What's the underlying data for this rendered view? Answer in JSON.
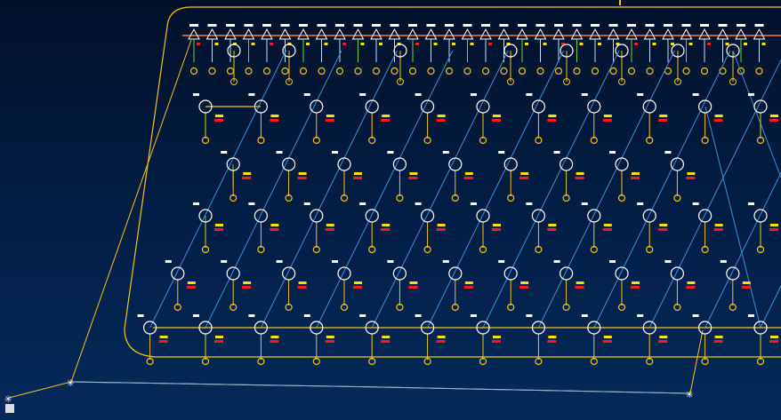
{
  "colors": {
    "background": "#02193b",
    "boundary": "#f5c518",
    "link": "#3a8fd8",
    "feeder": "#f5c518",
    "node": "#ffffff",
    "label_value": "#ff1a1a",
    "label_name": "#ffe000",
    "bus": "#ff7a2a",
    "green_link": "#6cd43a"
  },
  "grid": {
    "rows": [
      {
        "y_index": 1,
        "cols": [
          0,
          1,
          2,
          3,
          4,
          5,
          6,
          7,
          8,
          9,
          10
        ]
      },
      {
        "y_index": 2,
        "cols": [
          0.5,
          1.5,
          2.5,
          3.5,
          4.5,
          5.5,
          6.5,
          7.5,
          8.5
        ]
      },
      {
        "y_index": 3,
        "cols": [
          0,
          1,
          2,
          3,
          4,
          5,
          6,
          7,
          8,
          9,
          10
        ]
      },
      {
        "y_index": 4,
        "cols": [
          -0.5,
          0.5,
          1.5,
          2.5,
          3.5,
          4.5,
          5.5,
          6.5,
          7.5,
          8.5,
          9.5
        ]
      },
      {
        "y_index": 5,
        "cols": [
          -1,
          0,
          1,
          2,
          3,
          4,
          5,
          6,
          7,
          8,
          9,
          10
        ]
      }
    ],
    "top_terminals": 32
  }
}
